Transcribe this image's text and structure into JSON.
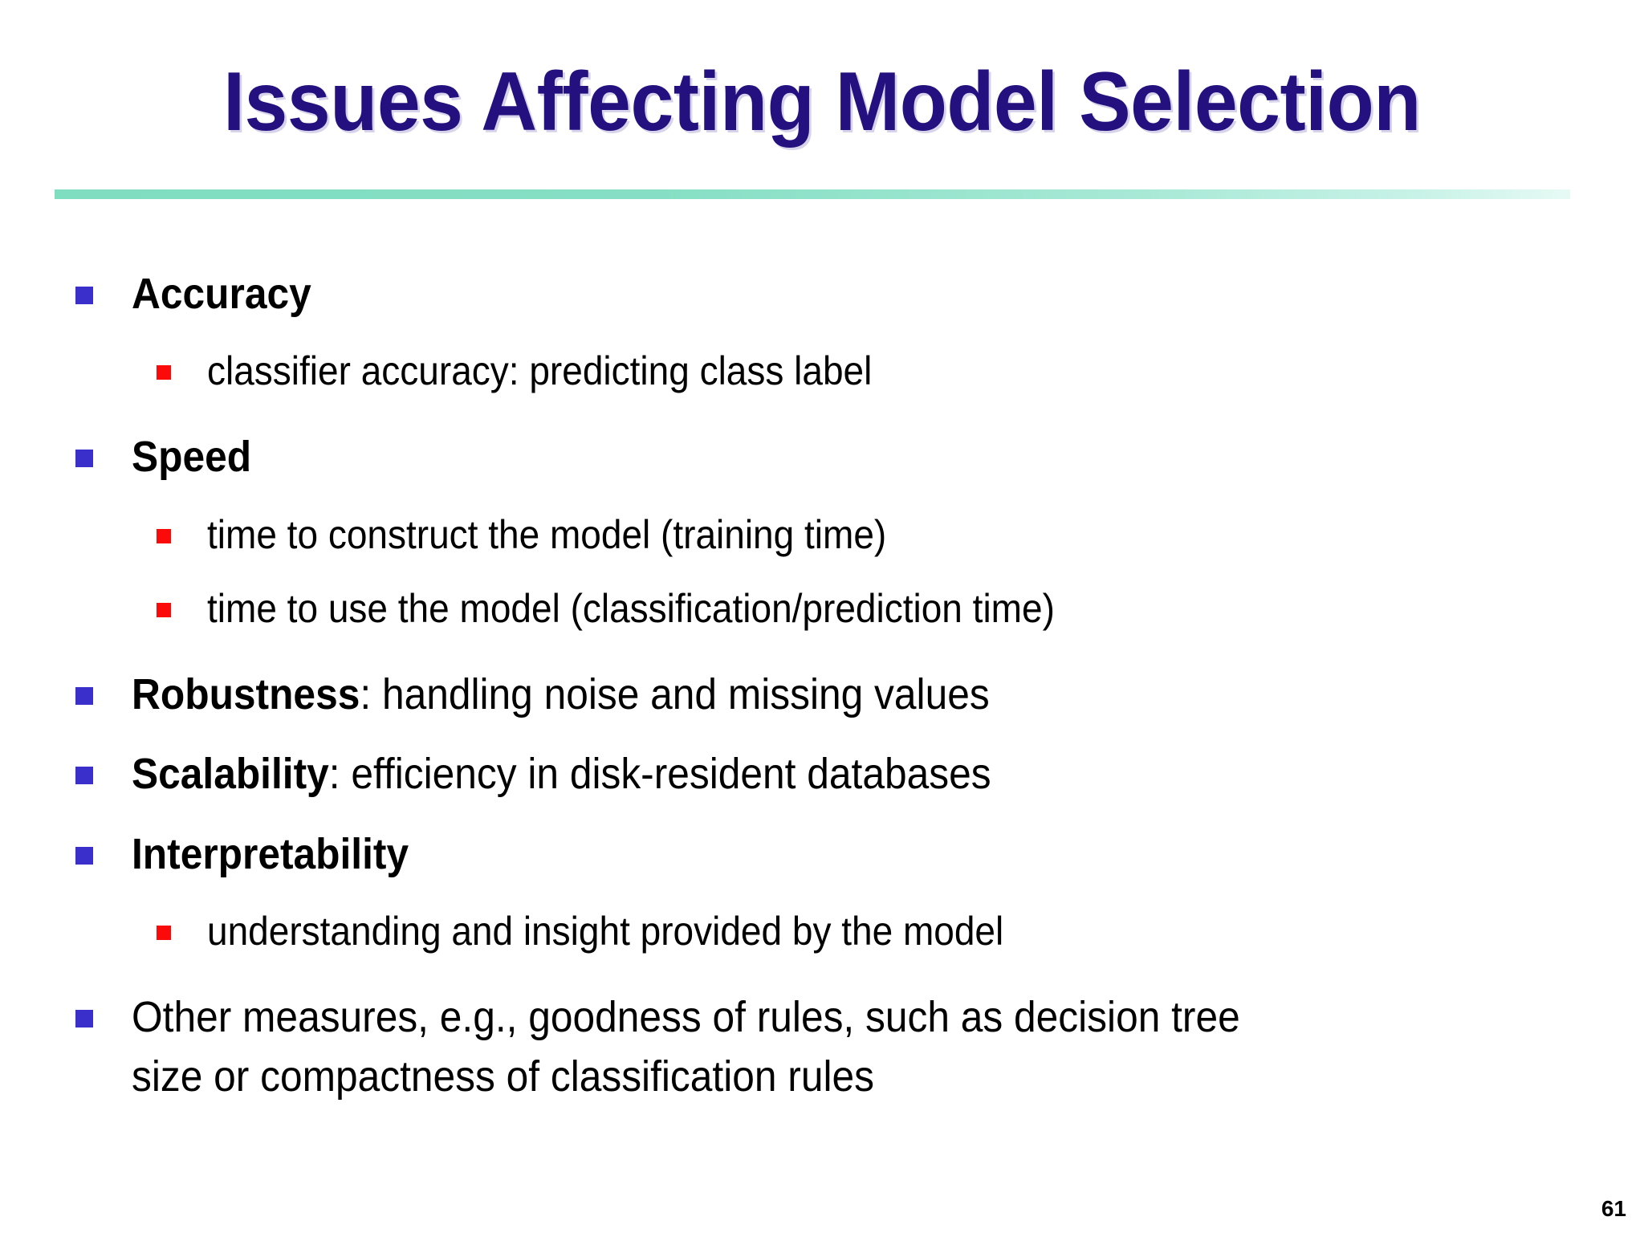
{
  "slide": {
    "title": "Issues Affecting Model Selection",
    "page_number": "61",
    "colors": {
      "background": "#ffffff",
      "title_text": "#24117f",
      "rule_start": "#7fddc0",
      "rule_end": "#e6faf4",
      "level1_marker": "#3a2fcb",
      "level2_marker": "#fb0a0a",
      "body_text": "#000000"
    }
  },
  "bullets": [
    {
      "level": 1,
      "strong": "Accuracy",
      "rest": ""
    },
    {
      "level": 2,
      "strong": "",
      "rest": "classifier accuracy: predicting class label"
    },
    {
      "level": 1,
      "strong": "Speed",
      "rest": ""
    },
    {
      "level": 2,
      "strong": "",
      "rest": "time to construct the model (training time)"
    },
    {
      "level": 2,
      "strong": "",
      "rest": "time to use the model (classification/prediction time)"
    },
    {
      "level": 1,
      "strong": "Robustness",
      "rest": ": handling noise and missing values"
    },
    {
      "level": 1,
      "strong": "Scalability",
      "rest": ": efficiency in disk-resident databases"
    },
    {
      "level": 1,
      "strong": "Interpretability",
      "rest": ""
    },
    {
      "level": 2,
      "strong": "",
      "rest": "understanding and insight provided by the model"
    },
    {
      "level": 1,
      "strong": "",
      "rest": "Other measures, e.g., goodness of rules, such as decision tree size or compactness of classification rules"
    }
  ]
}
